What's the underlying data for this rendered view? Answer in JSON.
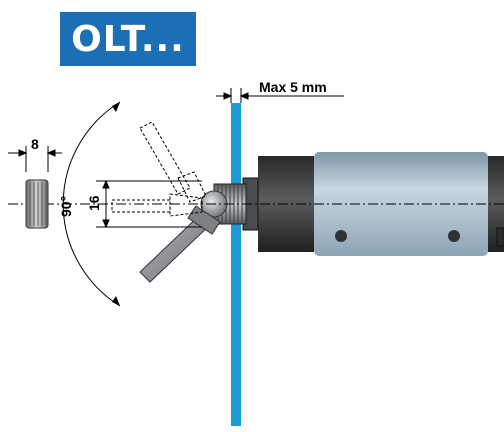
{
  "header": {
    "title": "OLT..."
  },
  "dimensions": {
    "panel_thickness": "Max 5 mm",
    "knob_width": "8",
    "stem_diameter": "16",
    "swing_angle": "90°"
  },
  "colors": {
    "badge": "#1a6fb5",
    "panel": "#1e9bd7",
    "body_end": "#3a3b3c",
    "body_center": "#9fb6c6",
    "handle": "#8f9396",
    "line": "#000000"
  }
}
